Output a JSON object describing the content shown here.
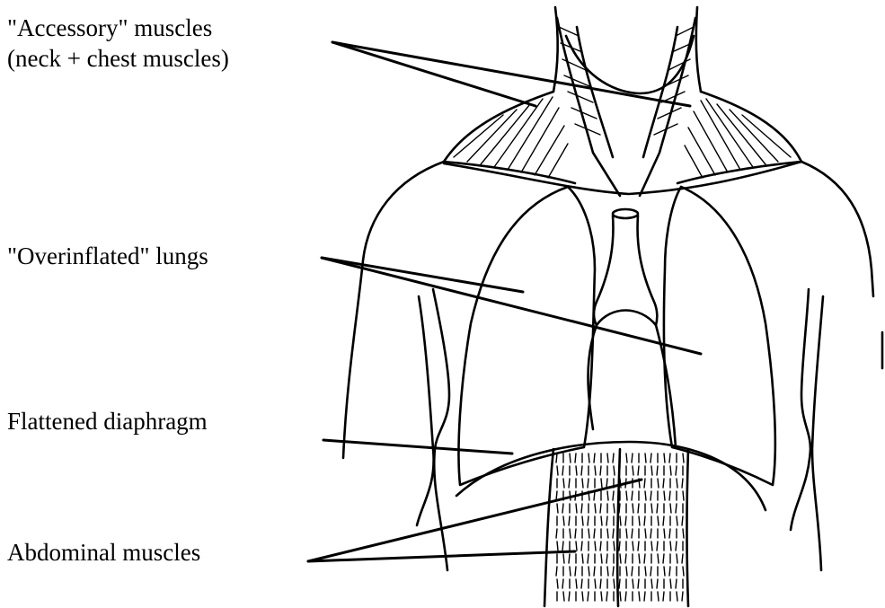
{
  "labels": {
    "accessory_line1": "\"Accessory\" muscles",
    "accessory_line2": "(neck + chest muscles)",
    "lungs": "\"Overinflated\" lungs",
    "diaphragm": "Flattened diaphragm",
    "abdominal": "Abdominal muscles"
  }
}
